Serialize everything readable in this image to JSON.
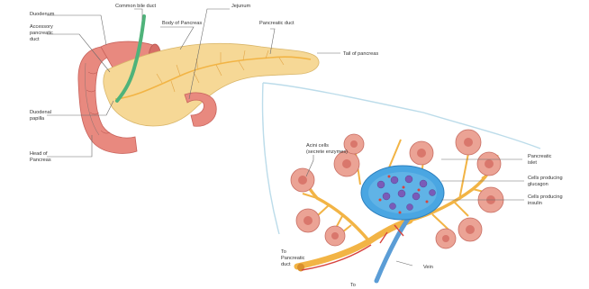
{
  "labels": {
    "duodenum": "Duodenum",
    "common_bile_duct": "Common bile duct",
    "jejunum": "Jejunum",
    "pancreatic_duct": "Pancreatic duct",
    "accessory_duct_1": "Accessory",
    "accessory_duct_2": "pancreatic",
    "accessory_duct_3": "duct",
    "body_of_pancreas": "Body of Pancreas",
    "tail_of_pancreas": "Tail of pancreas",
    "duodenal_papilla_1": "Duodenal",
    "duodenal_papilla_2": "papilla",
    "head_of_pancreas_1": "Head of",
    "head_of_pancreas_2": "Pancreas",
    "acini_1": "Acini cells",
    "acini_2": "(secrete enzymes)",
    "islet_1": "Pancreatic",
    "islet_2": "islet",
    "alpha_1": "Cells producing",
    "alpha_2": "glucagon",
    "beta_1": "Cells producing",
    "beta_2": "insulin",
    "to_duct_1": "To",
    "to_duct_2": "Pancreatic",
    "to_duct_3": "duct",
    "vein": "Vein",
    "to_bottom": "To"
  },
  "colors": {
    "duodenum": "#e8897f",
    "pancreas": "#f6d896",
    "duct": "#f2b445",
    "bile_duct": "#4fb37a",
    "islet": "#4aa6e2",
    "acini": "#eba395",
    "vein": "#5b9dd6",
    "artery": "#d8443f"
  }
}
